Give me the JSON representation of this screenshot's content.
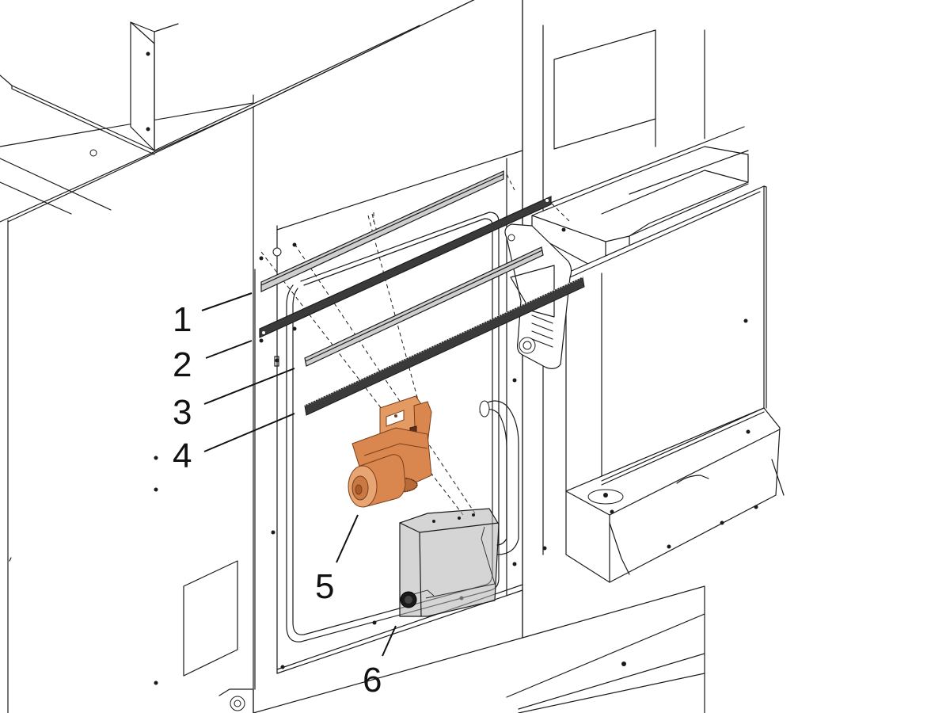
{
  "figure": {
    "callouts": [
      {
        "id": "1",
        "label": "1"
      },
      {
        "id": "2",
        "label": "2"
      },
      {
        "id": "3",
        "label": "3"
      },
      {
        "id": "4",
        "label": "4"
      },
      {
        "id": "5",
        "label": "5"
      },
      {
        "id": "6",
        "label": "6"
      }
    ]
  },
  "colors": {
    "line": "#1a1a1a",
    "motor_orange": "#d9874f",
    "motor_shadow": "#a9592a",
    "cover_gray": "#9e9e9e",
    "rail_gray": "#cfcfcf",
    "rack_dark": "#3a3a3a"
  },
  "icons": {
    "part_1": "flat-rail",
    "part_2": "dark-bar",
    "part_3": "flat-rail",
    "part_4": "gear-rack",
    "part_5": "drive-motor-assembly",
    "part_6": "transparent-cover"
  }
}
